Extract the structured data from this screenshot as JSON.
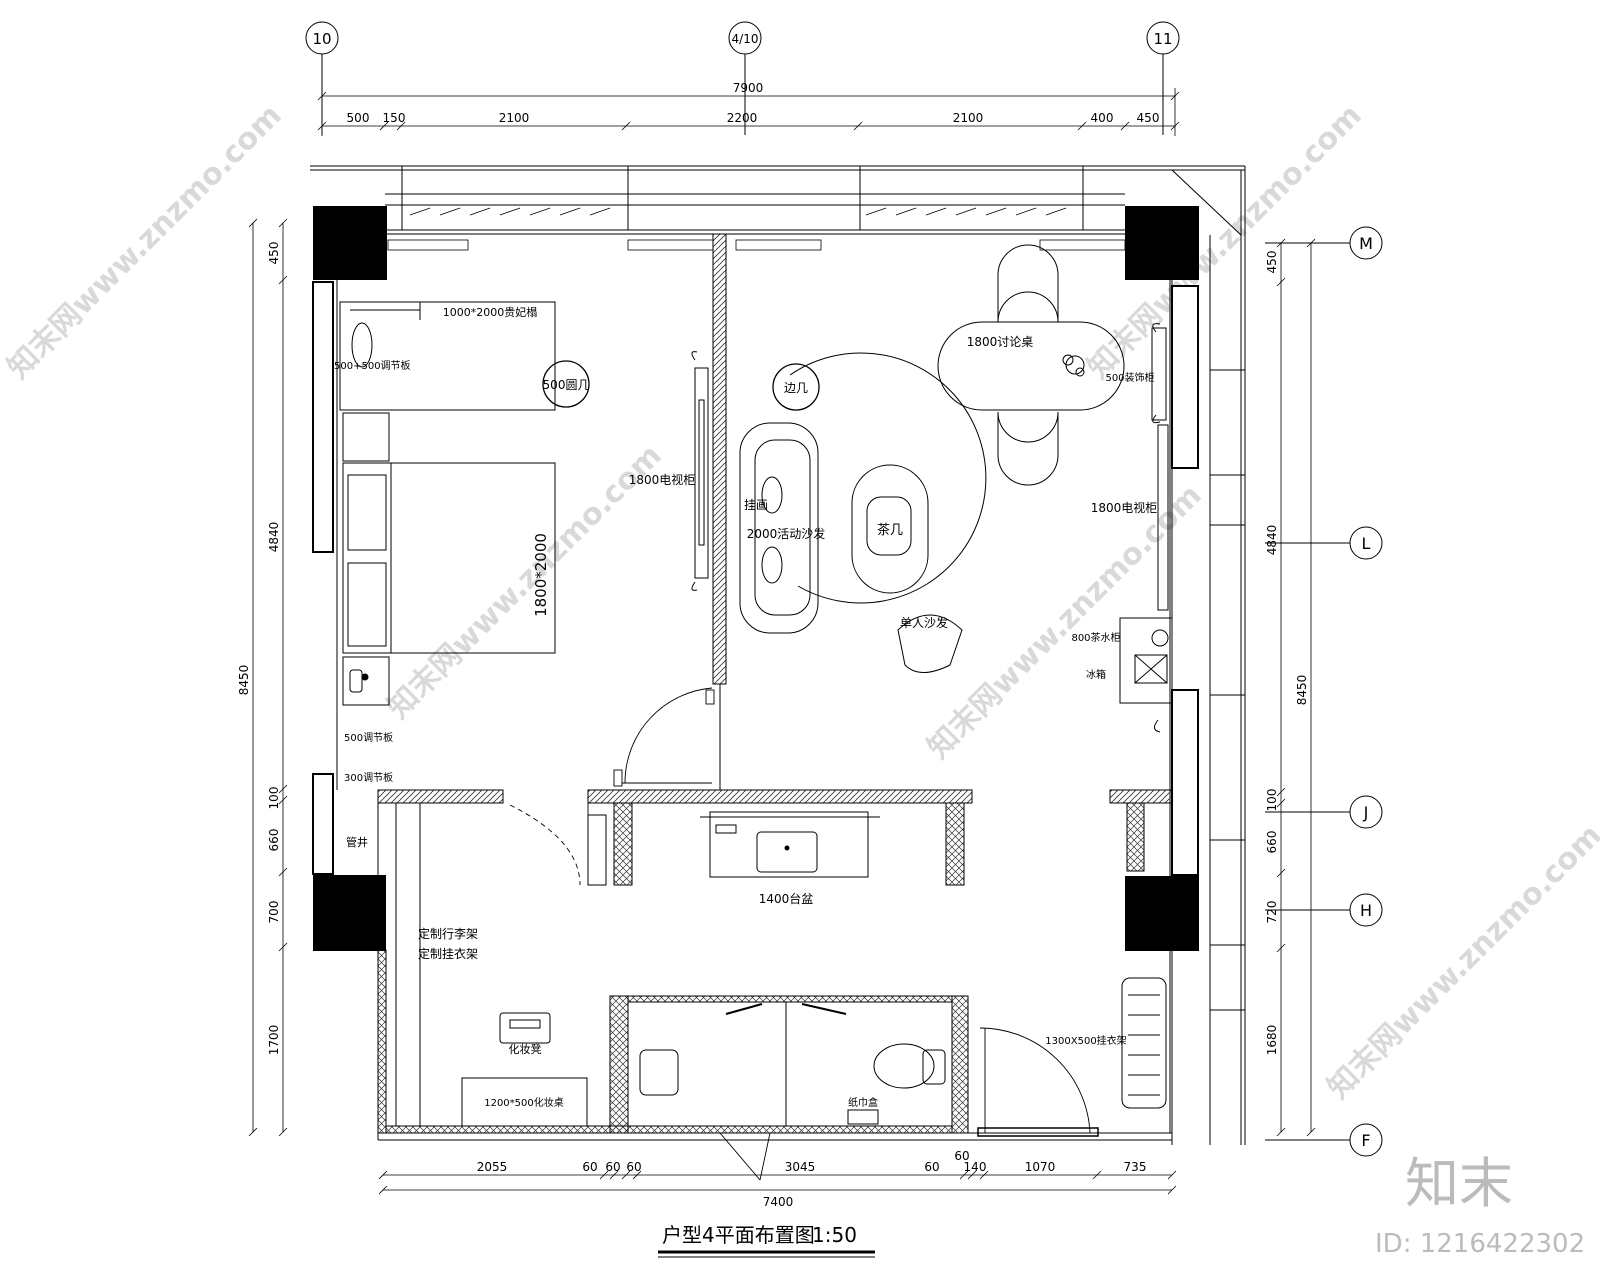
{
  "grid": {
    "top": [
      "10",
      "4/10",
      "11"
    ],
    "right": [
      "M",
      "L",
      "J",
      "H",
      "F"
    ]
  },
  "dims": {
    "top_total": "7900",
    "top": [
      "500",
      "150",
      "2100",
      "2200",
      "2100",
      "400",
      "450"
    ],
    "left_total": "8450",
    "left": [
      "450",
      "4840",
      "100",
      "660",
      "700",
      "1700"
    ],
    "right_total": "8450",
    "right": [
      "450",
      "4840",
      "100",
      "660",
      "720",
      "1680"
    ],
    "bottom_total": "7400",
    "bottom": [
      "2055",
      "60",
      "60",
      "60",
      "3045",
      "60",
      "60",
      "140",
      "1070",
      "735"
    ]
  },
  "labels": {
    "bed_lounge": "1000*2000贵妃榻",
    "panel_500x500": "500+500调节板",
    "round_table": "500圆几",
    "bed": "1800*2000",
    "tv_left": "1800电视柜",
    "side_table": "边几",
    "painting": "挂画",
    "sofa": "2000活动沙发",
    "discuss_table": "1800讨论桌",
    "coffee_table": "茶几",
    "deco_cabinet": "500装饰柜",
    "tv_right": "1800电视柜",
    "single_sofa": "单人沙发",
    "tea_cabinet": "800茶水柜",
    "fridge": "冰箱",
    "panel_500": "500调节板",
    "panel_300": "300调节板",
    "pipe_shaft": "管井",
    "basin": "1400台盆",
    "luggage_rack": "定制行李架",
    "wardrobe": "定制挂衣架",
    "dresser_stool": "化妆凳",
    "dresser": "1200*500化妆桌",
    "tissue_box": "纸巾盒",
    "hanger": "1300X500挂衣架"
  },
  "title": "户型4平面布置图",
  "scale": "1:50",
  "watermark": "知末网www.znzmo.com",
  "brand": "知末",
  "id_label": "ID: 1216422302"
}
